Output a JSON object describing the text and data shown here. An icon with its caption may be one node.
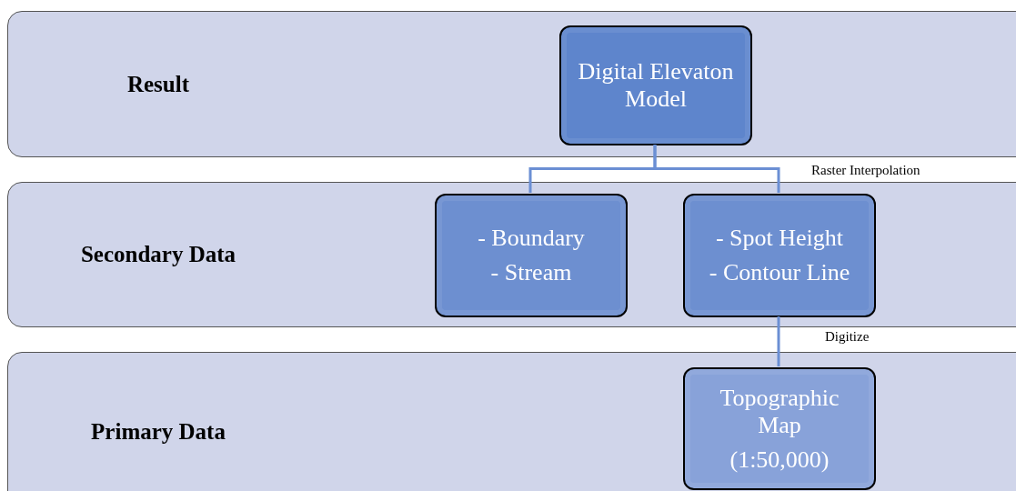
{
  "diagram": {
    "nodes": [
      {
        "text": [
          "Result"
        ]
      },
      {
        "text": [
          "Digital Elevaton Model"
        ],
        "in": 0
      },
      {
        "text": [
          "Secondary Data"
        ]
      },
      {
        "text": [
          "- Boundary",
          "- Stream"
        ],
        "in": 2
      },
      {
        "text": [
          "- Spot Height",
          "- Contour Line"
        ],
        "in": 2
      },
      {
        "text": [
          "Primary Data"
        ]
      },
      {
        "text": [
          "Topographic Map",
          "(1:50,000)"
        ],
        "in": 5
      }
    ],
    "edges": [
      {
        "from": 1,
        "to": 3,
        "arrow": "none"
      },
      {
        "from": 1,
        "to": 4,
        "arrow": "none"
      },
      {
        "from": 4,
        "to": 6,
        "arrow": "none"
      }
    ],
    "labels": [
      "Raster Interpolation",
      "Digitize"
    ]
  }
}
